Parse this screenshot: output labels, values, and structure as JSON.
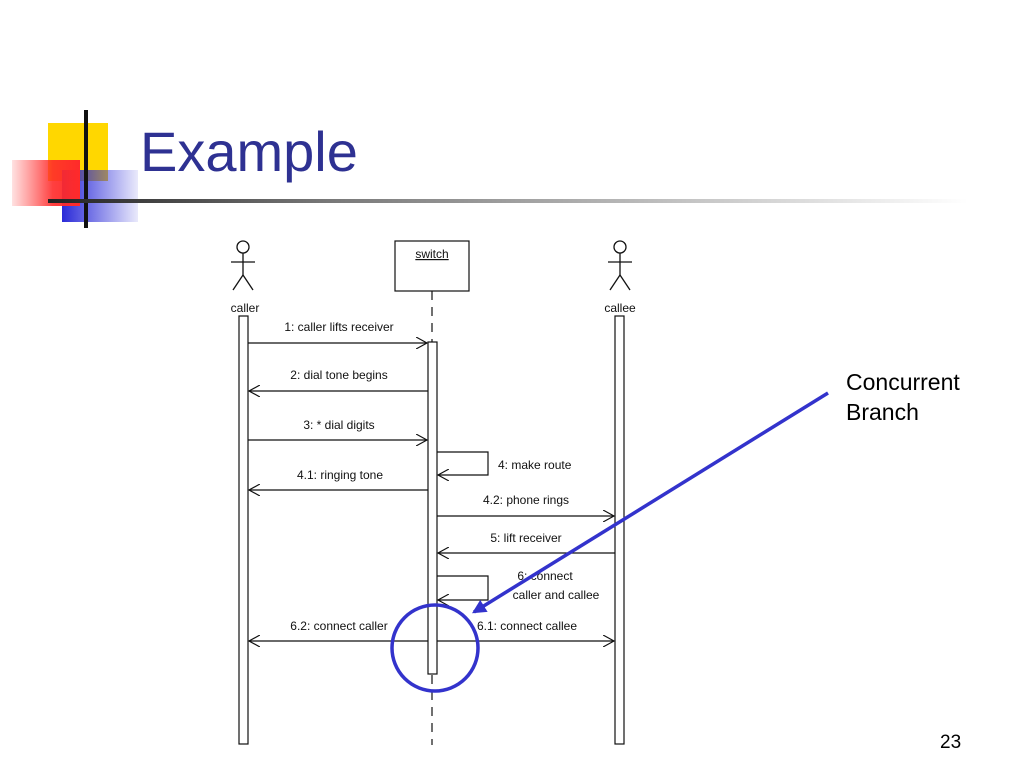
{
  "slide": {
    "title": "Example",
    "page_number": "23"
  },
  "diagram": {
    "lifelines": {
      "caller": "caller",
      "switch": "switch",
      "callee": "callee"
    },
    "messages": [
      {
        "label": "1: caller lifts receiver"
      },
      {
        "label": "2: dial tone begins"
      },
      {
        "label": "3: * dial digits"
      },
      {
        "label": "4: make route"
      },
      {
        "label": "4.1: ringing tone"
      },
      {
        "label": "4.2: phone rings"
      },
      {
        "label": "5: lift receiver"
      },
      {
        "label_line1": "6: connect",
        "label_line2": "caller and callee"
      },
      {
        "label": "6.2: connect caller"
      },
      {
        "label": "6.1: connect callee"
      }
    ]
  },
  "callout": {
    "line1": "Concurrent",
    "line2": "Branch"
  },
  "colors": {
    "title": "#2E3192",
    "annotation": "#3333CC",
    "deco_yellow": "#FFD700",
    "deco_red": "#FF3333",
    "deco_blue": "#3333DD"
  }
}
